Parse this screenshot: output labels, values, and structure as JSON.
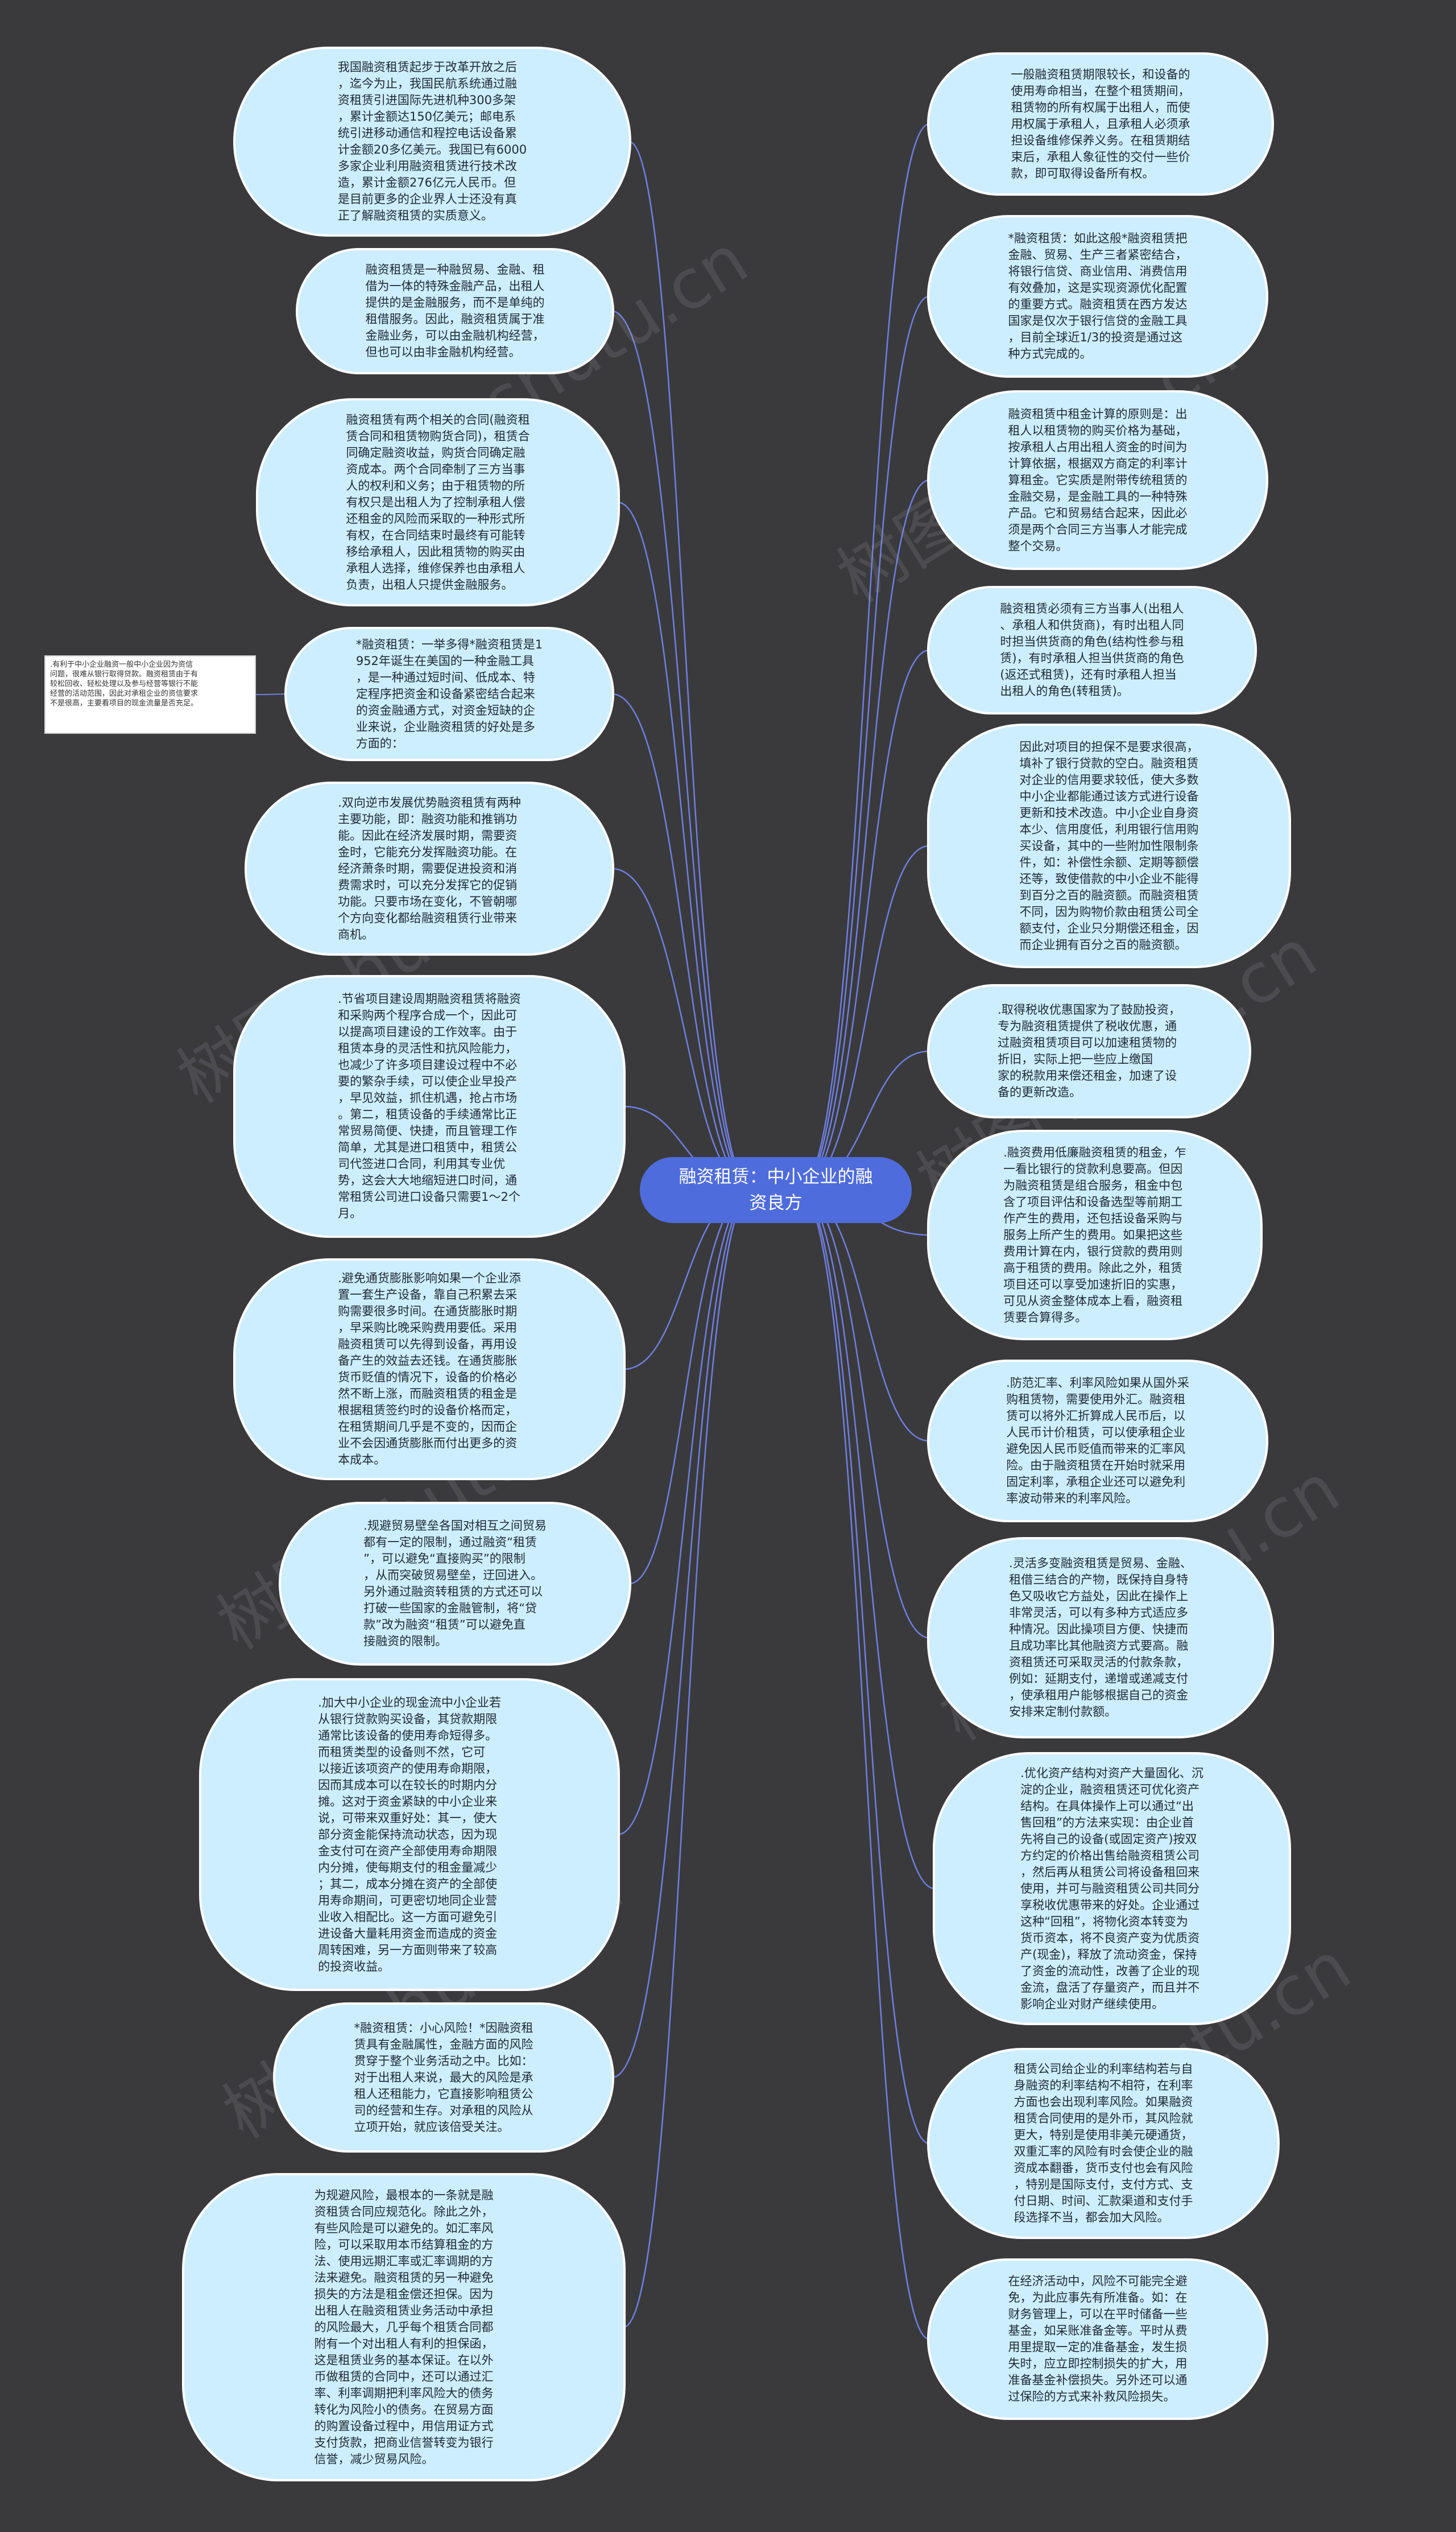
{
  "center": {
    "text": "融资租赁：中小企业的融\n资良方"
  },
  "colors": {
    "background": "#3a3a3c",
    "node_fill": "#cdeefe",
    "node_border": "#ffffff",
    "center_fill": "#4f6cdc",
    "link": "#6f7fe0"
  },
  "note": {
    "text": ".有利于中小企业融资一般中小企业因为资信\n问题，很难从银行取得贷款。融资租赁由于有\n较松回收、轻松处理以及参与经营等银行不能\n经营的活动范围，因此对承租企业的资信要求\n不是很高，主要看项目的现金流量是否充足。"
  },
  "watermark": {
    "text": "树图 shutu.cn"
  },
  "left_nodes": [
    {
      "text": "我国融资租赁起步于改革开放之后\n，迄今为止，我国民航系统通过融\n资租赁引进国际先进机种300多架\n，累计金额达150亿美元；邮电系\n统引进移动通信和程控电话设备累\n计金额20多亿美元。我国已有6000\n多家企业利用融资租赁进行技术改\n造，累计金额276亿元人民币。但\n是目前更多的企业界人士还没有真\n正了解融资租赁的实质意义。"
    },
    {
      "text": "融资租赁是一种融贸易、金融、租\n借为一体的特殊金融产品，出租人\n提供的是金融服务，而不是单纯的\n租借服务。因此，融资租赁属于准\n金融业务，可以由金融机构经营，\n但也可以由非金融机构经营。"
    },
    {
      "text": "融资租赁有两个相关的合同(融资租\n赁合同和租赁物购货合同)，租赁合\n同确定融资收益，购货合同确定融\n资成本。两个合同牵制了三方当事\n人的权利和义务；由于租赁物的所\n有权只是出租人为了控制承租人偿\n还租金的风险而采取的一种形式所\n有权，在合同结束时最终有可能转\n移给承租人，因此租赁物的购买由\n承租人选择，维修保养也由承租人\n负责，出租人只提供金融服务。"
    },
    {
      "text": "*融资租赁：一举多得*融资租赁是1\n952年诞生在美国的一种金融工具\n，是一种通过短时间、低成本、特\n定程序把资金和设备紧密结合起来\n的资金融通方式，对资金短缺的企\n业来说，企业融资租赁的好处是多\n方面的："
    },
    {
      "text": ".双向逆市发展优势融资租赁有两种\n主要功能，即：融资功能和推销功\n能。因此在经济发展时期，需要资\n金时，它能充分发挥融资功能。在\n经济萧条时期，需要促进投资和消\n费需求时，可以充分发挥它的促销\n功能。只要市场在变化，不管朝哪\n个方向变化都给融资租赁行业带来\n商机。"
    },
    {
      "text": ".节省项目建设周期融资租赁将融资\n和采购两个程序合成一个，因此可\n以提高项目建设的工作效率。由于\n租赁本身的灵活性和抗风险能力，\n也减少了许多项目建设过程中不必\n要的繁杂手续，可以使企业早投产\n，早见效益，抓住机遇，抢占市场\n。第二，租赁设备的手续通常比正\n常贸易简便、快捷，而且管理工作\n简单，尤其是进口租赁中，租赁公\n司代签进口合同，利用其专业优\n势，这会大大地缩短进口时间，通\n常租赁公司进口设备只需要1～2个\n月。"
    },
    {
      "text": ".避免通货膨胀影响如果一个企业添\n置一套生产设备，靠自己积累去采\n购需要很多时间。在通货膨胀时期\n，早采购比晚采购费用要低。采用\n融资租赁可以先得到设备，再用设\n备产生的效益去还钱。在通货膨胀\n货币贬值的情况下，设备的价格必\n然不断上涨，而融资租赁的租金是\n根据租赁签约时的设备价格而定，\n在租赁期间几乎是不变的，因而企\n业不会因通货膨胀而付出更多的资\n本成本。"
    },
    {
      "text": ".规避贸易壁垒各国对相互之间贸易\n都有一定的限制，通过融资“租赁\n”，可以避免“直接购买”的限制\n，从而突破贸易壁垒，迂回进入。\n另外通过融资转租赁的方式还可以\n打破一些国家的金融管制，将“贷\n款”改为融资“租赁”可以避免直\n接融资的限制。"
    },
    {
      "text": ".加大中小企业的现金流中小企业若\n从银行贷款购买设备，其贷款期限\n通常比该设备的使用寿命短得多。\n而租赁类型的设备则不然，它可\n以接近该项资产的使用寿命期限，\n因而其成本可以在较长的时期内分\n摊。这对于资金紧缺的中小企业来\n说，可带来双重好处：其一，使大\n部分资金能保持流动状态，因为现\n金支付可在资产全部使用寿命期限\n内分摊，使每期支付的租金量减少\n；其二，成本分摊在资产的全部使\n用寿命期间，可更密切地同企业营\n业收入相配比。这一方面可避免引\n进设备大量耗用资金而造成的资金\n周转困难，另一方面则带来了较高\n的投资收益。"
    },
    {
      "text": "*融资租赁：小心风险！*因融资租\n赁具有金融属性，金融方面的风险\n贯穿于整个业务活动之中。比如：\n对于出租人来说，最大的风险是承\n租人还租能力，它直接影响租赁公\n司的经营和生存。对承租的风险从\n立项开始，就应该倍受关注。"
    },
    {
      "text": "为规避风险，最根本的一条就是融\n资租赁合同应规范化。除此之外，\n有些风险是可以避免的。如汇率风\n险，可以采取用本币结算租金的方\n法、使用远期汇率或汇率调期的方\n法来避免。融资租赁的另一种避免\n损失的方法是租金偿还担保。因为\n出租人在融资租赁业务活动中承担\n的风险最大，几乎每个租赁合同都\n附有一个对出租人有利的担保函，\n这是租赁业务的基本保证。在以外\n币做租赁的合同中，还可以通过汇\n率、利率调期把利率风险大的债务\n转化为风险小的债务。在贸易方面\n的购置设备过程中，用信用证方式\n支付货款，把商业信誉转变为银行\n信誉，减少贸易风险。"
    }
  ],
  "right_nodes": [
    {
      "text": "一般融资租赁期限较长，和设备的\n使用寿命相当，在整个租赁期间，\n租赁物的所有权属于出租人，而使\n用权属于承租人，且承租人必须承\n担设备维修保养义务。在租赁期结\n束后，承租人象征性的交付一些价\n款，即可取得设备所有权。"
    },
    {
      "text": "*融资租赁：如此这般*融资租赁把\n金融、贸易、生产三者紧密结合，\n将银行信贷、商业信用、消费信用\n有效叠加，这是实现资源优化配置\n的重要方式。融资租赁在西方发达\n国家是仅次于银行信贷的金融工具\n，目前全球近1/3的投资是通过这\n种方式完成的。"
    },
    {
      "text": "融资租赁中租金计算的原则是：出\n租人以租赁物的购买价格为基础，\n按承租人占用出租人资金的时间为\n计算依据，根据双方商定的利率计\n算租金。它实质是附带传统租赁的\n金融交易，是金融工具的一种特殊\n产品。它和贸易结合起来，因此必\n须是两个合同三方当事人才能完成\n整个交易。"
    },
    {
      "text": "融资租赁必须有三方当事人(出租人\n、承租人和供货商)，有时出租人同\n时担当供货商的角色(结构性参与租\n赁)，有时承租人担当供货商的角色\n(返还式租赁)，还有时承租人担当\n出租人的角色(转租赁)。"
    },
    {
      "text": "因此对项目的担保不是要求很高，\n填补了银行贷款的空白。融资租赁\n对企业的信用要求较低，使大多数\n中小企业都能通过该方式进行设备\n更新和技术改造。中小企业自身资\n本少、信用度低，利用银行信用购\n买设备，其中的一些附加性限制条\n件，如：补偿性余额、定期等额偿\n还等，致使借款的中小企业不能得\n到百分之百的融资额。而融资租赁\n不同，因为购物价款由租赁公司全\n额支付，企业只分期偿还租金，因\n而企业拥有百分之百的融资额。"
    },
    {
      "text": ".取得税收优惠国家为了鼓励投资，\n专为融资租赁提供了税收优惠，通\n过融资租赁项目可以加速租赁物的\n折旧，实际上把一些应上缴国\n家的税款用来偿还租金，加速了设\n备的更新改造。"
    },
    {
      "text": ".融资费用低廉融资租赁的租金，乍\n一看比银行的贷款利息要高。但因\n为融资租赁是组合服务，租金中包\n含了项目评估和设备选型等前期工\n作产生的费用，还包括设备采购与\n服务上所产生的费用。如果把这些\n费用计算在内，银行贷款的费用则\n高于租赁的费用。除此之外，租赁\n项目还可以享受加速折旧的实惠，\n可见从资金整体成本上看，融资租\n赁要合算得多。"
    },
    {
      "text": ".防范汇率、利率风险如果从国外采\n购租赁物，需要使用外汇。融资租\n赁可以将外汇折算成人民币后，以\n人民币计价租赁，可以使承租企业\n避免因人民币贬值而带来的汇率风\n险。由于融资租赁在开始时就采用\n固定利率，承租企业还可以避免利\n率波动带来的利率风险。"
    },
    {
      "text": ".灵活多变融资租赁是贸易、金融、\n租借三结合的产物，既保持自身特\n色又吸收它方益处，因此在操作上\n非常灵活，可以有多种方式适应多\n种情况。因此操项目方便、快捷而\n且成功率比其他融资方式要高。融\n资租赁还可采取灵活的付款条款，\n例如：延期支付，递增或递减支付\n，使承租用户能够根据自己的资金\n安排来定制付款额。"
    },
    {
      "text": ".优化资产结构对资产大量固化、沉\n淀的企业，融资租赁还可优化资产\n结构。在具体操作上可以通过“出\n售回租”的方法来实现：由企业首\n先将自己的设备(或固定资产)按双\n方约定的价格出售给融资租赁公司\n，然后再从租赁公司将设备租回来\n使用，并可与融资租赁公司共同分\n享税收优惠带来的好处。企业通过\n这种“回租”，将物化资本转变为\n货币资本，将不良资产变为优质资\n产(现金)，释放了流动资金，保持\n了资金的流动性，改善了企业的现\n金流，盘活了存量资产，而且并不\n影响企业对财产继续使用。"
    },
    {
      "text": "租赁公司给企业的利率结构若与自\n身融资的利率结构不相符，在利率\n方面也会出现利率风险。如果融资\n租赁合同使用的是外币，其风险就\n更大，特别是使用非美元硬通货，\n双重汇率的风险有时会使企业的融\n资成本翻番，货币支付也会有风险\n，特别是国际支付，支付方式、支\n付日期、时间、汇款渠道和支付手\n段选择不当，都会加大风险。"
    },
    {
      "text": "在经济活动中，风险不可能完全避\n免，为此应事先有所准备。如：在\n财务管理上，可以在平时储备一些\n基金，如呆账准备金等。平时从费\n用里提取一定的准备基金，发生损\n失时，应立即控制损失的扩大，用\n准备基金补偿损失。另外还可以通\n过保险的方式来补救风险损失。"
    }
  ]
}
